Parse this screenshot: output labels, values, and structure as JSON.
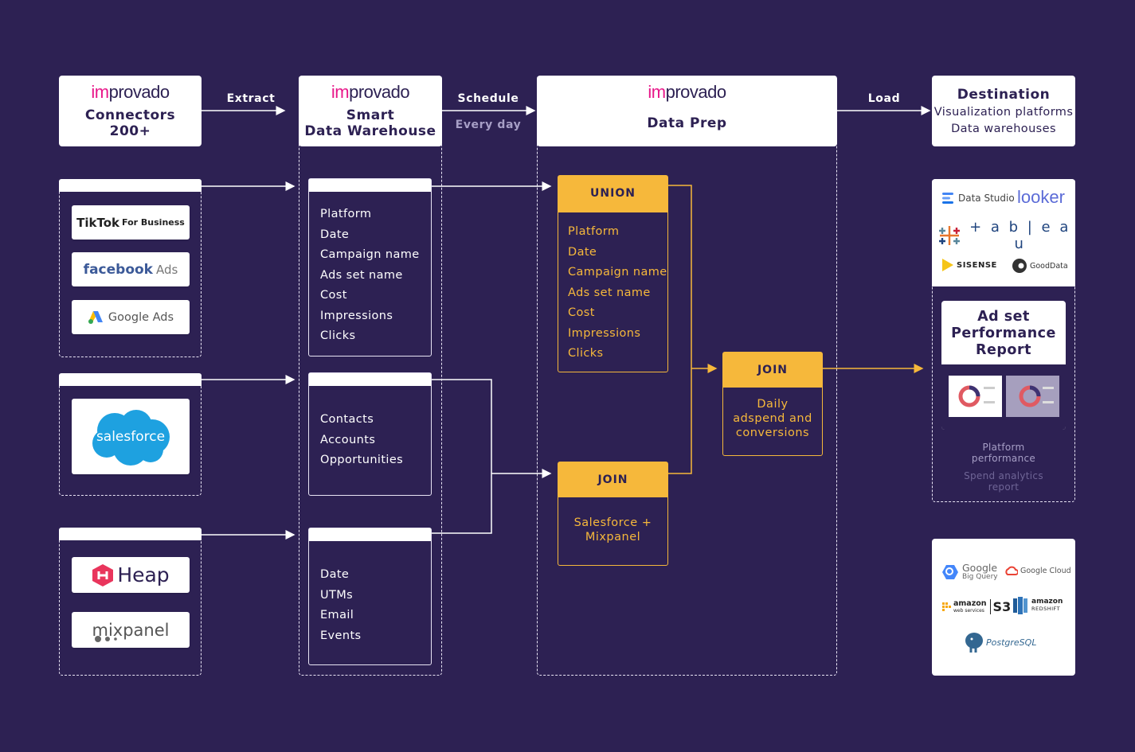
{
  "brand": {
    "logo_part1": "im",
    "logo_part2": "provado"
  },
  "header": {
    "connectors": {
      "title": "Connectors",
      "count": "200+"
    },
    "warehouse": {
      "title_line1": "Smart",
      "title_line2": "Data Warehouse"
    },
    "prep": {
      "title": "Data Prep"
    },
    "destination": {
      "title": "Destination",
      "line1": "Visualization platforms",
      "line2": "Data warehouses"
    }
  },
  "arrows": {
    "extract": "Extract",
    "schedule": "Schedule",
    "schedule_sub": "Every day",
    "load": "Load"
  },
  "sources": {
    "ads": [
      "TikTok",
      "For Business",
      "facebook",
      "Ads",
      "Google Ads"
    ],
    "crm": "salesforce",
    "analytics": [
      "Heap",
      "mixpanel"
    ]
  },
  "tables": {
    "ads_fields": [
      "Platform",
      "Date",
      "Campaign name",
      "Ads set name",
      "Cost",
      "Impressions",
      "Clicks"
    ],
    "crm_fields": [
      "Contacts",
      "Accounts",
      "Opportunities"
    ],
    "analytics_fields": [
      "Date",
      "UTMs",
      "Email",
      "Events"
    ]
  },
  "prep": {
    "union": {
      "title": "UNION",
      "fields": [
        "Platform",
        "Date",
        "Campaign name",
        "Ads set name",
        "Cost",
        "Impressions",
        "Clicks"
      ]
    },
    "join1": {
      "title": "JOIN",
      "line1": "Salesforce +",
      "line2": "Mixpanel"
    },
    "join2": {
      "title": "JOIN",
      "line1": "Daily",
      "line2": "adspend and",
      "line3": "conversions"
    }
  },
  "destination": {
    "viz": [
      "Data Studio",
      "looker",
      "+ a b | e a u",
      "SISENSE",
      "GoodData"
    ],
    "report": {
      "title_line1": "Ad set",
      "title_line2": "Performance",
      "title_line3": "Report",
      "caption1_line1": "Platform",
      "caption1_line2": "performance",
      "caption2_line1": "Spend analytics",
      "caption2_line2": "report"
    },
    "warehouses": [
      "Google",
      "Big Query",
      "Google Cloud",
      "amazon",
      "web services",
      "S3",
      "amazon",
      "REDSHIFT",
      "PostgreSQL"
    ]
  },
  "colors": {
    "background": "#2d2153",
    "accent": "#f6b83b",
    "brand_pink": "#e8188a",
    "text_dark": "#2d2153"
  }
}
